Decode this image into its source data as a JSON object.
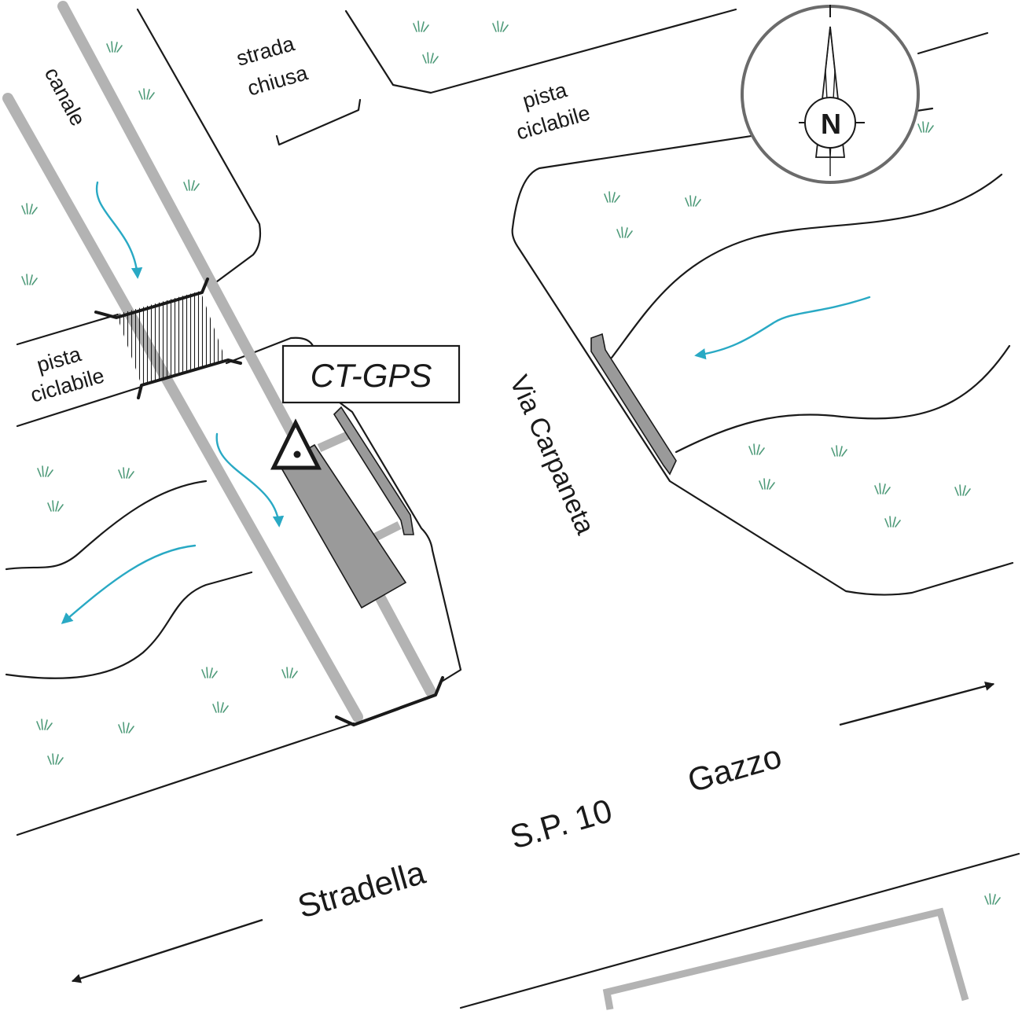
{
  "labels": {
    "canal": "canale",
    "closed_road_line1": "strada",
    "closed_road_line2": "chiusa",
    "bike_path_ne_line1": "pista",
    "bike_path_ne_line2": "ciclabile",
    "bike_path_w_line1": "pista",
    "bike_path_w_line2": "ciclabile",
    "station": "CT-GPS",
    "side_road": "Via Carpaneta",
    "main_road_west": "Stradella",
    "main_road_number": "S.P. 10",
    "main_road_east": "Gazzo",
    "north": "N"
  },
  "icons": {
    "compass": "north-compass-icon",
    "station_marker": "gnss-station-triangle-icon",
    "flow_arrow": "water-flow-arrow-icon",
    "grass": "grass-tuft-icon",
    "direction_arrow": "traffic-direction-arrow-icon"
  },
  "colors": {
    "line": "#1a1a1a",
    "canal_bank": "#b3b3b3",
    "structure_fill": "#9a9a9a",
    "water_flow": "#29a9c4",
    "vegetation": "#4f9b7a",
    "compass_ring": "#6b6b6b",
    "background": "#ffffff"
  }
}
